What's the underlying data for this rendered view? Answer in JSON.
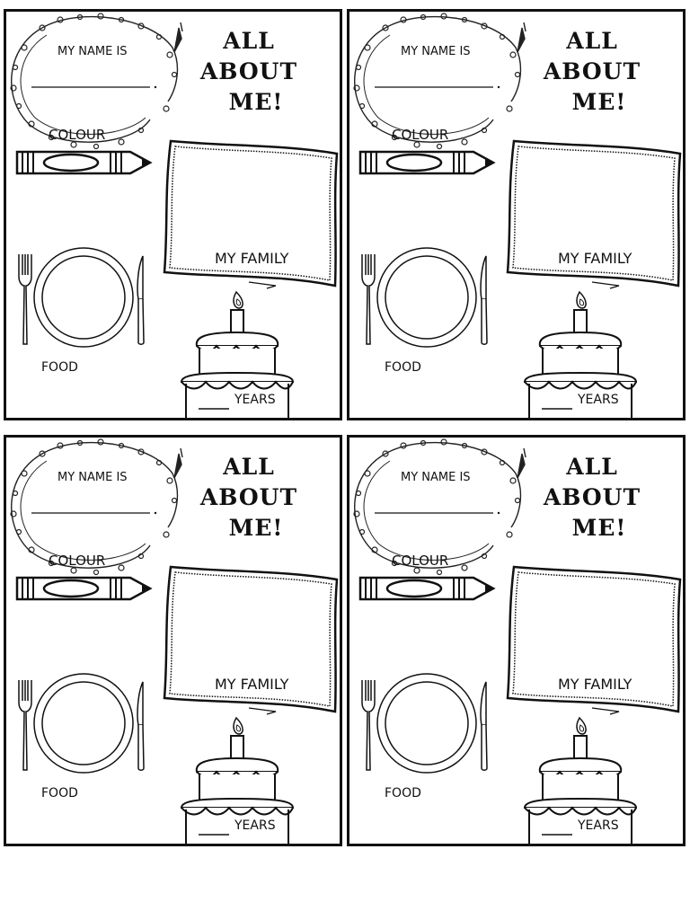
{
  "cards": [
    {
      "name_label": "MY NAME IS",
      "title_line1": "ALL",
      "title_line2": "ABOUT",
      "title_line3": "ME!",
      "colour_label": "COLOUR",
      "family_label": "MY FAMILY",
      "food_label": "FOOD",
      "years_label": "YEARS"
    },
    {
      "name_label": "MY NAME IS",
      "title_line1": "ALL",
      "title_line2": "ABOUT",
      "title_line3": "ME!",
      "colour_label": "COLOUR",
      "family_label": "MY FAMILY",
      "food_label": "FOOD",
      "years_label": "YEARS"
    },
    {
      "name_label": "MY NAME IS",
      "title_line1": "ALL",
      "title_line2": "ABOUT",
      "title_line3": "ME!",
      "colour_label": "COLOUR",
      "family_label": "MY FAMILY",
      "food_label": "FOOD",
      "years_label": "YEARS"
    },
    {
      "name_label": "MY NAME IS",
      "title_line1": "ALL",
      "title_line2": "ABOUT",
      "title_line3": "ME!",
      "colour_label": "COLOUR",
      "family_label": "MY FAMILY",
      "food_label": "FOOD",
      "years_label": "YEARS"
    }
  ],
  "icons": {
    "wreath": "floral-wreath-icon",
    "crayon": "crayon-icon",
    "frame": "photo-frame-icon",
    "fork": "fork-icon",
    "plate": "plate-icon",
    "knife": "knife-icon",
    "cake": "birthday-cake-icon"
  }
}
